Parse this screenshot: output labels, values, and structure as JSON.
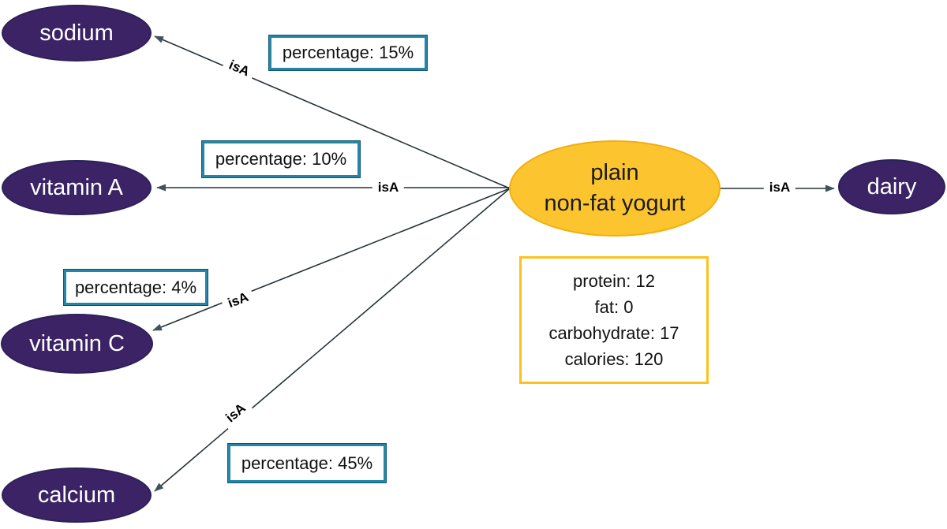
{
  "diagram": {
    "center_node": {
      "label_line1": "plain",
      "label_line2": "non-fat yogurt"
    },
    "nodes": [
      {
        "id": "sodium",
        "label": "sodium"
      },
      {
        "id": "vitamin-a",
        "label": "vitamin A"
      },
      {
        "id": "vitamin-c",
        "label": "vitamin C"
      },
      {
        "id": "calcium",
        "label": "calcium"
      },
      {
        "id": "dairy",
        "label": "dairy"
      }
    ],
    "edges": [
      {
        "target": "sodium",
        "label": "isA",
        "percentage": "percentage: 15%"
      },
      {
        "target": "vitamin A",
        "label": "isA",
        "percentage": "percentage: 10%"
      },
      {
        "target": "vitamin C",
        "label": "isA",
        "percentage": "percentage: 4%"
      },
      {
        "target": "calcium",
        "label": "isA",
        "percentage": "percentage: 45%"
      },
      {
        "target": "dairy",
        "label": "isA"
      }
    ],
    "attributes_box": {
      "lines": [
        "protein: 12",
        "fat: 0",
        "carbohydrate: 17",
        "calories: 120"
      ]
    },
    "colors": {
      "entity_fill": "#3c2365",
      "entity_border": "#2c2158",
      "center_fill": "#fcc52f",
      "center_border": "#f2ae0c",
      "percentage_border": "#2585a7",
      "attributes_border": "#fcc11c",
      "edge_line": "#253338",
      "arrowhead": "#3e545a"
    }
  }
}
